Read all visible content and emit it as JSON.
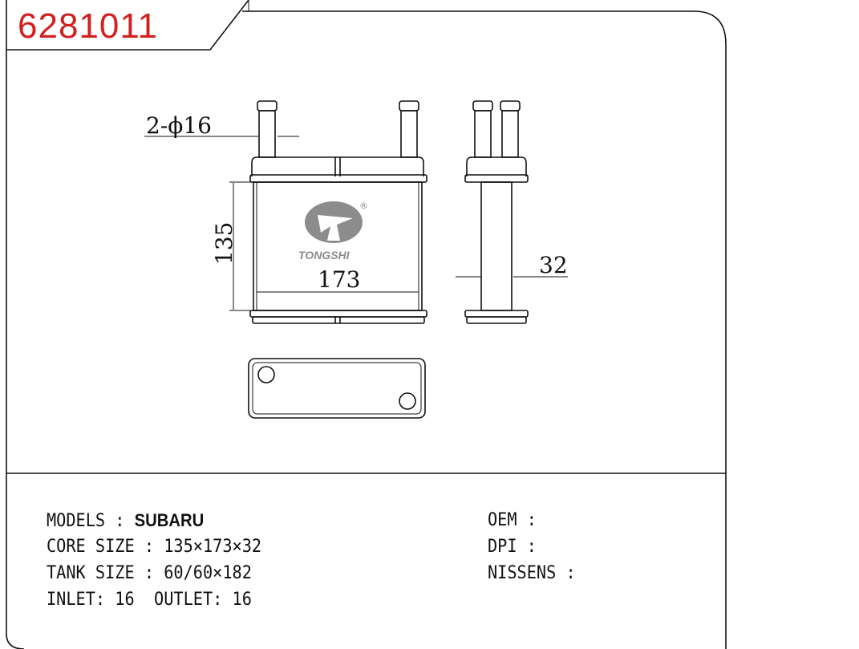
{
  "part_number": "6281011",
  "drawing": {
    "pipe_dim": "2-ϕ16",
    "height_dim": "135",
    "width_dim": "173",
    "depth_dim": "32",
    "logo_text": "TONGSHI",
    "registered_mark": "®"
  },
  "specs": {
    "models_label": "MODELS : ",
    "models_value": "SUBARU",
    "core_size": "CORE SIZE : 135×173×32",
    "tank_size": "TANK SIZE : 60/60×182",
    "inlet_outlet": "INLET: 16  OUTLET: 16",
    "oem": "OEM :",
    "dpi": "DPI :",
    "nissens": "NISSENS :"
  },
  "colors": {
    "part_number": "#d21f1f",
    "logo": "#8c8c8c"
  }
}
